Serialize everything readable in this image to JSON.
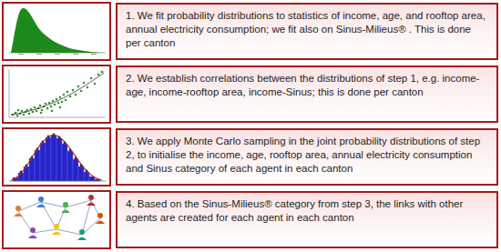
{
  "diagram": {
    "nodes": [
      {
        "text": [
          "1. We fit probability distributions to statistics of income, age, and rooftop area, annual electricity consumption; we fit also on Sinus-Milieus® . This is done per canton"
        ]
      },
      {
        "text": [
          "2. We establish correlations between the distributions of step 1, e.g. income-age, income-rooftop area, income-Sinus; this is done per canton"
        ]
      },
      {
        "text": [
          "3. We apply Monte Carlo sampling in the joint probability distributions of step 2, to initialise the income, age, rooftop area, annual electricity consumption  and Sinus category of each agent in each canton"
        ]
      },
      {
        "text": [
          "4. Based on the Sinus-Milieus® category from step 3, the links with other agents are created for each agent in each canton"
        ]
      }
    ]
  }
}
